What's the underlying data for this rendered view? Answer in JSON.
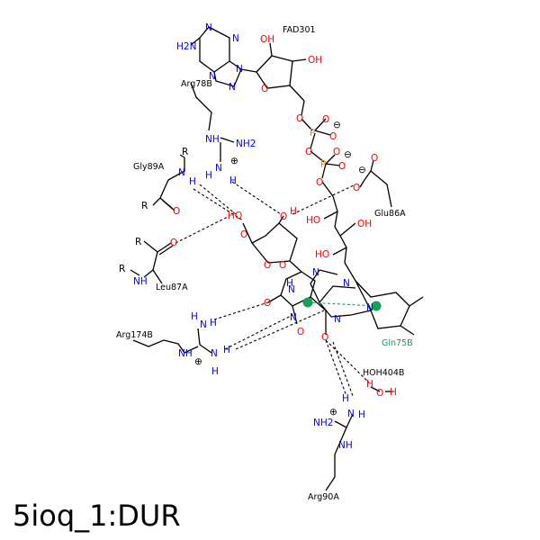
{
  "title": "5ioq_1:DUR",
  "residues": {
    "fad": "FAD301",
    "arg78": "Arg78B",
    "gly89": "Gly89A",
    "glu86": "Glu86A",
    "leu87": "Leu87A",
    "arg174": "Arg174B",
    "gln75": "Gln75B",
    "hoh404": "HOH404B",
    "arg90": "Arg90A"
  },
  "atoms": {
    "n": "N",
    "o": "O",
    "h": "H",
    "p": "P",
    "r": "R",
    "oh": "OH",
    "ho": "HO",
    "nh": "NH",
    "nh2": "NH2",
    "h2n": "H2N",
    "h2n_alt": "NH2",
    "plus": "⊕",
    "minus": "⊖"
  },
  "colors": {
    "nitrogen": "#0000ff",
    "oxygen": "#ff0000",
    "phosphorus": "#ff8000",
    "carbon": "#000000",
    "pi_stack": "#16a05a"
  }
}
